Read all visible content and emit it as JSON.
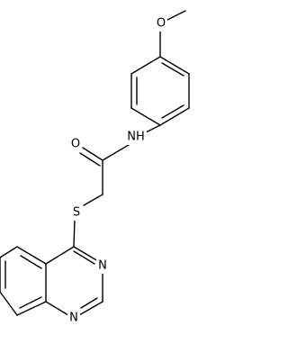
{
  "molecule": {
    "atoms": [
      {
        "id": "O_methoxy",
        "label": "O"
      },
      {
        "id": "NH_amide",
        "label": "NH"
      },
      {
        "id": "O_carbonyl",
        "label": "O"
      },
      {
        "id": "S_thioether",
        "label": "S"
      },
      {
        "id": "N3_quinazoline",
        "label": "N"
      },
      {
        "id": "N1_quinazoline",
        "label": "N"
      }
    ],
    "colors": {
      "bond": "#000000",
      "label": "#000000",
      "background": "#ffffff"
    }
  }
}
